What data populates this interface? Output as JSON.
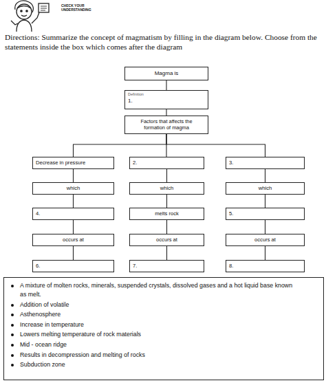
{
  "diagram": {
    "nodes": [
      {
        "text": [
          "Magma is"
        ]
      },
      {
        "text": [
          "Definition",
          "1."
        ]
      },
      {
        "text": [
          "Factors that affects the formation of magma"
        ]
      },
      {
        "text": [
          "Decrease in pressure"
        ]
      },
      {
        "text": [
          "2."
        ]
      },
      {
        "text": [
          "3."
        ]
      },
      {
        "text": [
          "which"
        ]
      },
      {
        "text": [
          "which"
        ]
      },
      {
        "text": [
          "which"
        ]
      },
      {
        "text": [
          "4."
        ]
      },
      {
        "text": [
          "melts rock"
        ]
      },
      {
        "text": [
          "5."
        ]
      },
      {
        "text": [
          "occurs at"
        ]
      },
      {
        "text": [
          "occurs at"
        ]
      },
      {
        "text": [
          "occurs at"
        ]
      },
      {
        "text": [
          "6."
        ]
      },
      {
        "text": [
          "7."
        ]
      },
      {
        "text": [
          "8."
        ]
      },
      {
        "text": [
          "A mixture of molten rocks, minerals, suspended crystals, dissolved gases and a hot liquid base known as melt.",
          "Addition of volatile",
          "Asthenosphere",
          "Increase in temperature",
          "Lowers melting temperature of rock materials",
          "Mid - ocean ridge",
          "Results in decompression and melting of rocks",
          "Subduction zone"
        ]
      }
    ],
    "edges": [
      {
        "from": 0,
        "to": 1,
        "arrow": "none"
      },
      {
        "from": 1,
        "to": 2,
        "arrow": "none"
      },
      {
        "from": 2,
        "to": 3,
        "arrow": "none"
      },
      {
        "from": 2,
        "to": 4,
        "arrow": "none"
      },
      {
        "from": 2,
        "to": 5,
        "arrow": "none"
      },
      {
        "from": 3,
        "to": 6,
        "arrow": "none"
      },
      {
        "from": 6,
        "to": 9,
        "arrow": "none"
      },
      {
        "from": 9,
        "to": 12,
        "arrow": "none"
      },
      {
        "from": 12,
        "to": 15,
        "arrow": "none"
      },
      {
        "from": 4,
        "to": 7,
        "arrow": "none"
      },
      {
        "from": 7,
        "to": 10,
        "arrow": "none"
      },
      {
        "from": 10,
        "to": 13,
        "arrow": "none"
      },
      {
        "from": 13,
        "to": 16,
        "arrow": "none"
      },
      {
        "from": 5,
        "to": 8,
        "arrow": "none"
      },
      {
        "from": 8,
        "to": 11,
        "arrow": "none"
      },
      {
        "from": 11,
        "to": 14,
        "arrow": "none"
      },
      {
        "from": 14,
        "to": 17,
        "arrow": "none"
      }
    ],
    "labels": [
      "CHECK YOUR UNDERSTANDING",
      "Directions: Summarize the concept of magmatism by filling in the diagram below. Choose from the statements inside the box which comes after the diagram"
    ]
  }
}
